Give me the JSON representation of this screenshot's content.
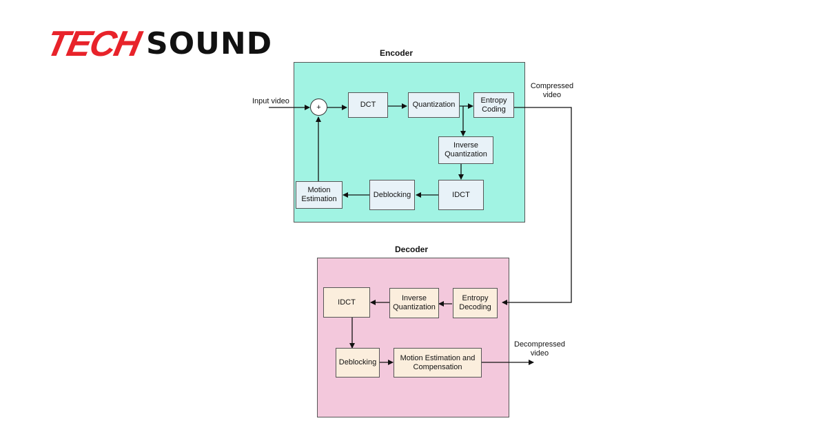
{
  "logo": {
    "tech": "TECH",
    "sound": "SOUND",
    "tech_color": "#e8232a",
    "sound_color": "#111111"
  },
  "encoder": {
    "title": "Encoder",
    "color": "#a1f3e3",
    "input_label": "Input video",
    "sum_symbol": "+",
    "output_label": "Compressed\nvideo",
    "blocks": {
      "dct": "DCT",
      "quantization": "Quantization",
      "entropy_coding": "Entropy\nCoding",
      "inverse_quantization": "Inverse\nQuantization",
      "idct": "IDCT",
      "deblocking": "Deblocking",
      "motion_estimation": "Motion\nEstimation"
    }
  },
  "decoder": {
    "title": "Decoder",
    "color": "#f3c8dc",
    "output_label": "Decompressed\nvideo",
    "blocks": {
      "entropy_decoding": "Entropy\nDecoding",
      "inverse_quantization": "Inverse\nQuantization",
      "idct": "IDCT",
      "deblocking": "Deblocking",
      "motion_compensation": "Motion Estimation and\nCompensation"
    }
  }
}
